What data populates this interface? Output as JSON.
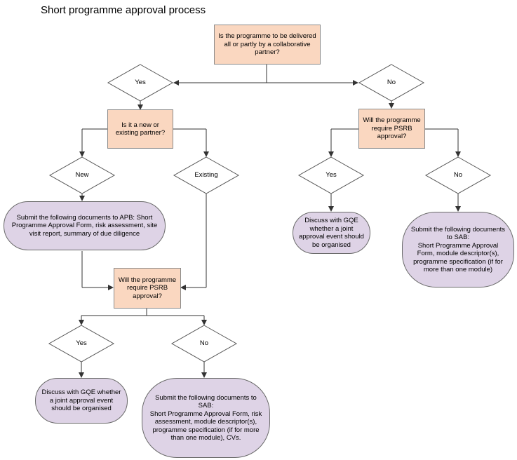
{
  "title": "Short programme approval process",
  "nodes": {
    "q_collab": "Is the programme to be delivered all or partly by a collaborative partner?",
    "yes_1": "Yes",
    "no_1": "No",
    "q_partner": "Is it a new or existing partner?",
    "new": "New",
    "existing": "Existing",
    "submit_apb": "Submit the following documents to APB: Short Programme Approval Form, risk assessment, site visit report, summary of due diligence",
    "q_psrb_left": "Will the programme require PSRB approval?",
    "yes_left": "Yes",
    "no_left": "No",
    "gqe_left": "Discuss with GQE whether a joint approval event should be organised",
    "sab_left_heading": "Submit the following documents to SAB:",
    "sab_left_body": "Short Programme Approval Form, risk assessment, module descriptor(s), programme specification (if for more than one module), CVs.",
    "q_psrb_right": "Will the programme require PSRB approval?",
    "yes_right": "Yes",
    "no_right": "No",
    "gqe_right": "Discuss with GQE whether a joint approval event should be organised",
    "sab_right_heading": "Submit the following documents to SAB:",
    "sab_right_body": "Short Programme Approval Form, module descriptor(s), programme specification (if for more than one module)"
  }
}
